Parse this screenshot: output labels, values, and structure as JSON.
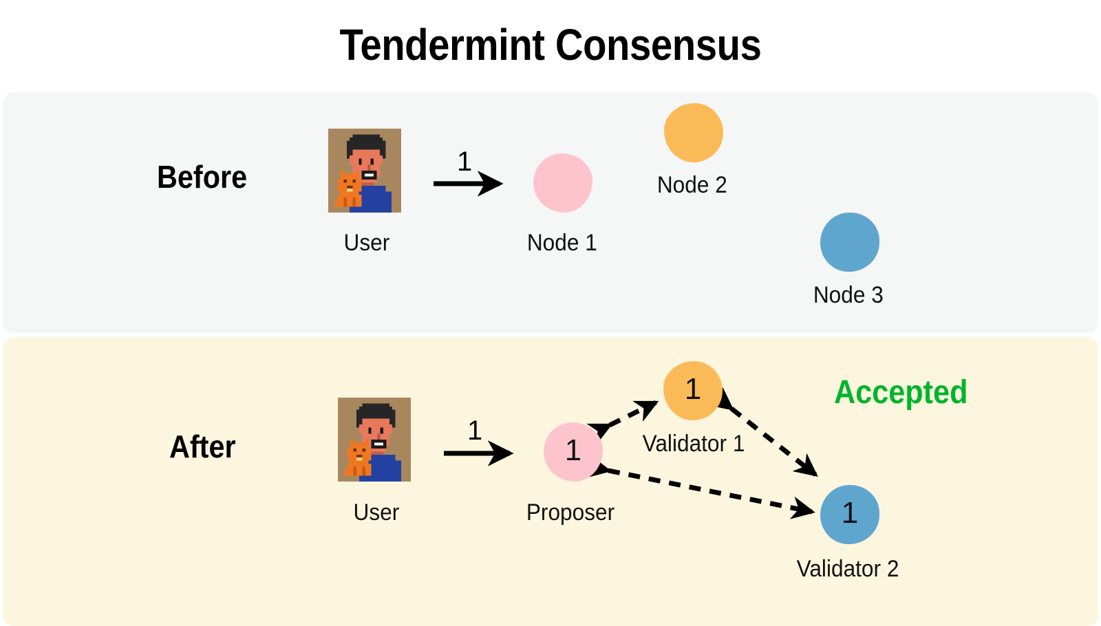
{
  "title": "Tendermint Consensus",
  "colors": {
    "panel_before_bg": "#f5f6f6",
    "panel_after_bg": "#fdf6de",
    "node_pink": "#fdc4cd",
    "node_orange": "#fbba58",
    "node_blue": "#5fa6cf",
    "accepted_green": "#00b52b",
    "arrow_black": "#000000"
  },
  "before": {
    "stage_label": "Before",
    "user": {
      "caption": "User",
      "icon": "pixel-avatar-icon"
    },
    "flow_arrow": {
      "label": "1",
      "icon": "solid-arrow-right-icon"
    },
    "nodes": [
      {
        "caption": "Node 1",
        "color": "#fdc4cd",
        "value": ""
      },
      {
        "caption": "Node 2",
        "color": "#fbba58",
        "value": ""
      },
      {
        "caption": "Node 3",
        "color": "#5fa6cf",
        "value": ""
      }
    ]
  },
  "after": {
    "stage_label": "After",
    "status_badge": "Accepted",
    "user": {
      "caption": "User",
      "icon": "pixel-avatar-icon"
    },
    "flow_arrow": {
      "label": "1",
      "icon": "solid-arrow-right-icon"
    },
    "nodes": [
      {
        "caption": "Proposer",
        "color": "#fdc4cd",
        "value": "1"
      },
      {
        "caption": "Validator 1",
        "color": "#fbba58",
        "value": "1"
      },
      {
        "caption": "Validator 2",
        "color": "#5fa6cf",
        "value": "1"
      }
    ],
    "consensus_links": [
      {
        "from": "Proposer",
        "to": "Validator 1",
        "style": "dashed-bidirectional"
      },
      {
        "from": "Validator 1",
        "to": "Validator 2",
        "style": "dashed-bidirectional"
      },
      {
        "from": "Proposer",
        "to": "Validator 2",
        "style": "dashed-bidirectional"
      }
    ]
  }
}
